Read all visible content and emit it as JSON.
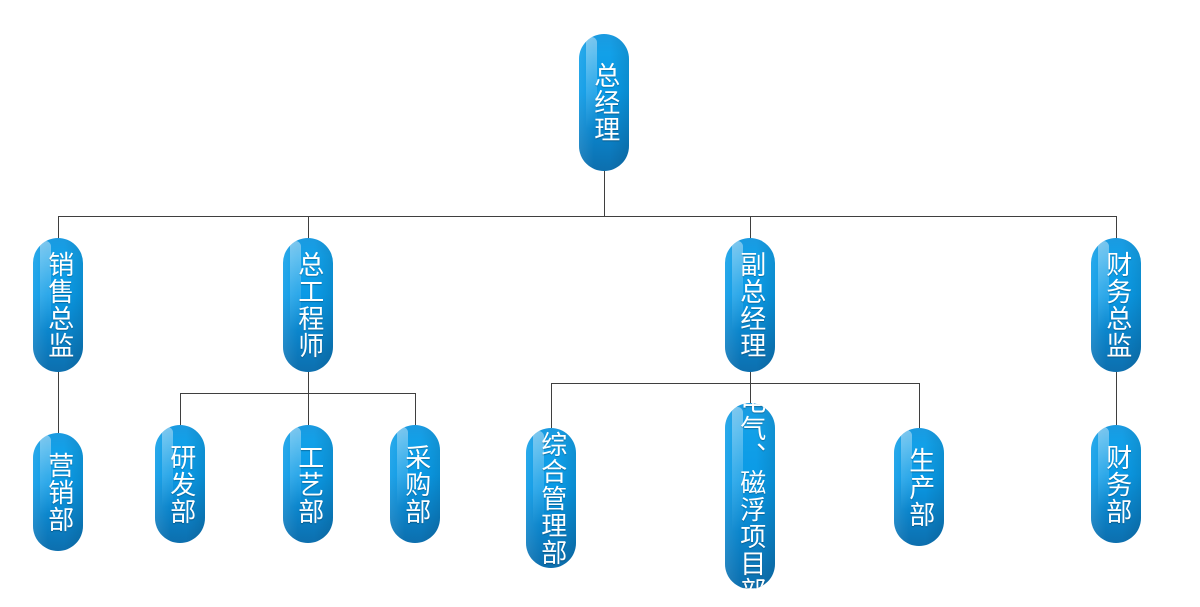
{
  "chart": {
    "type": "org-chart",
    "orientation": "vertical-text-pills",
    "accent_color": "#0d9ae6",
    "accent_color_dark": "#0d6fae",
    "connector_color": "#3f3f3f",
    "background": "#ffffff",
    "levels": 3
  },
  "nodes": {
    "general_manager": {
      "label": "总经理",
      "level": 1
    },
    "sales_director": {
      "label": "销售总监",
      "level": 2
    },
    "chief_engineer": {
      "label": "总工程师",
      "level": 2
    },
    "deputy_general_manager": {
      "label": "副总经理",
      "level": 2
    },
    "finance_director": {
      "label": "财务总监",
      "level": 2
    },
    "marketing_dept": {
      "label": "营销部",
      "level": 3
    },
    "rd_dept": {
      "label": "研发部",
      "level": 3
    },
    "process_dept": {
      "label": "工艺部",
      "level": 3
    },
    "purchasing_dept": {
      "label": "采购部",
      "level": 3
    },
    "general_admin_dept": {
      "label": "综合管理部",
      "level": 3
    },
    "electrical_maglev_project_dept": {
      "label": "电气、磁浮项目部",
      "level": 3
    },
    "production_dept": {
      "label": "生产部",
      "level": 3
    },
    "finance_dept": {
      "label": "财务部",
      "level": 3
    }
  },
  "edges": [
    {
      "from": "general_manager",
      "to": "sales_director"
    },
    {
      "from": "general_manager",
      "to": "chief_engineer"
    },
    {
      "from": "general_manager",
      "to": "deputy_general_manager"
    },
    {
      "from": "general_manager",
      "to": "finance_director"
    },
    {
      "from": "sales_director",
      "to": "marketing_dept"
    },
    {
      "from": "chief_engineer",
      "to": "rd_dept"
    },
    {
      "from": "chief_engineer",
      "to": "process_dept"
    },
    {
      "from": "chief_engineer",
      "to": "purchasing_dept"
    },
    {
      "from": "deputy_general_manager",
      "to": "general_admin_dept"
    },
    {
      "from": "deputy_general_manager",
      "to": "electrical_maglev_project_dept"
    },
    {
      "from": "deputy_general_manager",
      "to": "production_dept"
    },
    {
      "from": "finance_director",
      "to": "finance_dept"
    }
  ]
}
